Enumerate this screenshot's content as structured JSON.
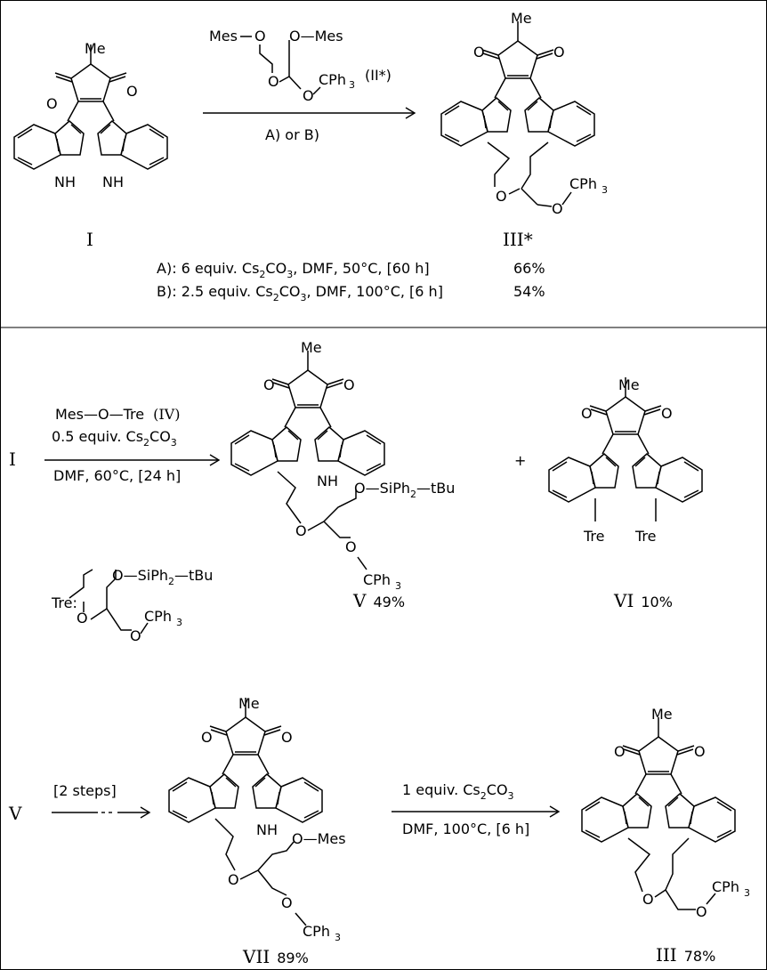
{
  "scheme": {
    "reagent_II": {
      "mes1": "Mes",
      "mes2": "O—Mes",
      "o1": "O",
      "o2": "O",
      "o3": "O",
      "cph3": "CPh",
      "sub3": "3",
      "label": "(II*)"
    },
    "step1_conditions": "A)  or  B)",
    "compounds": {
      "I": {
        "label": "I",
        "me": "Me",
        "nh": "NH"
      },
      "III_star": {
        "label": "III*",
        "me": "Me",
        "cph3": "CPh",
        "sub3": "3",
        "o": "O"
      },
      "V": {
        "label": "V",
        "yield": "49%",
        "me": "Me",
        "nh": "NH",
        "side1": "O—SiPh",
        "side1_sub": "2",
        "side1_end": "—tBu",
        "cph3": "CPh",
        "sub3": "3"
      },
      "VI": {
        "label": "VI",
        "yield": "10%",
        "me": "Me",
        "tre": "Tre"
      },
      "VII": {
        "label": "VII",
        "yield": "89%",
        "me": "Me",
        "nh": "NH",
        "omes": "O—Mes",
        "cph3": "CPh",
        "sub3": "3"
      },
      "III": {
        "label": "III",
        "yield": "78%",
        "me": "Me",
        "cph3": "CPh",
        "sub3": "3"
      }
    },
    "conditions_A": {
      "prefix": "A):  6 equiv. Cs",
      "mid": "CO",
      "suffix": ",  DMF,  50°C,  [60 h]",
      "yield": "66%"
    },
    "conditions_B": {
      "prefix": "B): 2.5 equiv. Cs",
      "mid": "CO",
      "suffix": ",  DMF,  100°C, [6 h]",
      "yield": "54%"
    },
    "reagent_IV": {
      "text": "Mes—O—Tre",
      "label": "(IV)"
    },
    "step2_cond1": {
      "prefix": "0.5 equiv. Cs",
      "mid": "CO"
    },
    "step2_cond2": "DMF,  60°C,  [24 h]",
    "plus": "+",
    "tre_def": {
      "label": "Tre:",
      "o1": "O",
      "o2": "O",
      "side": "O—SiPh",
      "side_sub": "2",
      "side_end": "—tBu",
      "cph3": "CPh",
      "sub3": "3"
    },
    "start_V": "V",
    "start_I": "I",
    "step3": "[2 steps]",
    "step4_cond1": {
      "prefix": "1 equiv. Cs",
      "mid": "CO"
    },
    "step4_cond2": "DMF,  100°C,  [6 h]",
    "sub2": "2",
    "sub3": "3"
  }
}
